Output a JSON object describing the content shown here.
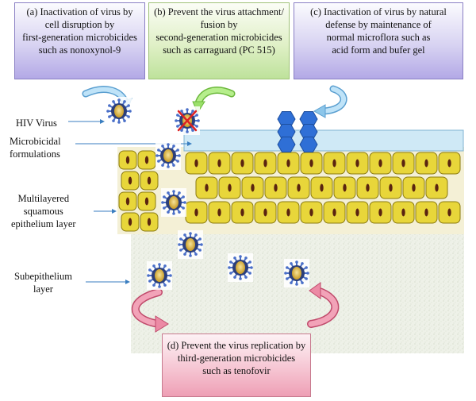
{
  "boxes": {
    "a": [
      "(a) Inactivation of virus by",
      "cell disruption by",
      "first-generation microbicides",
      "such as nonoxynol-9"
    ],
    "b": [
      "(b) Prevent the virus attachment/",
      "fusion by",
      "second-generation microbicides",
      "such as carraguard (PC 515)"
    ],
    "c": [
      "(c) Inactivation of virus by natural",
      "defense by maintenance of",
      "normal microflora such as",
      "acid form and bufer gel"
    ],
    "d": [
      "(d) Prevent the virus replication by",
      "third-generation microbicides",
      "such as tenofovir"
    ]
  },
  "labels": {
    "hiv_virus": "HIV Virus",
    "microbicidal": [
      "Microbicidal",
      "formulations"
    ],
    "multilayered": [
      "Multilayered",
      "squamous",
      "epithelium layer"
    ],
    "subepithelium": [
      "Subepithelium",
      "layer"
    ]
  },
  "colors": {
    "box_purple": "#b3a9e6",
    "box_green": "#bee29b",
    "box_pink": "#ee9fb5",
    "cell_fill": "#e8d63a",
    "nucleus": "#5a2410",
    "film": "#cfe9f6",
    "hex_blue": "#2f6fd6",
    "virus_core": "#d9b53a",
    "virus_spike": "#4a6fc8",
    "arrow_blue": "#9ed0f0",
    "arrow_green": "#9be06a",
    "arrow_pink": "#e77f9b"
  }
}
